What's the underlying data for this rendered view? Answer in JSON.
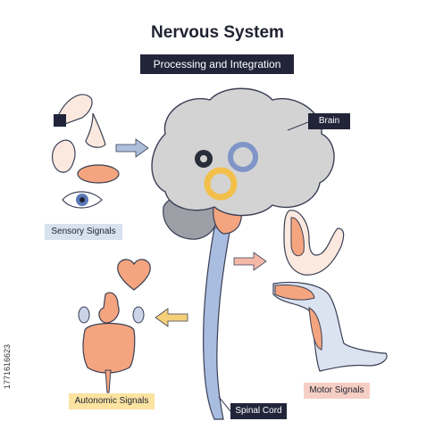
{
  "title": "Nervous System",
  "subtitle": "Processing and Integration",
  "labels": {
    "brain": "Brain",
    "sensory": "Sensory Signals",
    "autonomic": "Autonomic Signals",
    "motor": "Motor Signals",
    "spinal_cord": "Spinal Cord"
  },
  "image_id": "1771616623",
  "colors": {
    "brain": "#d3d3d3",
    "spine": "#a9bde0",
    "muscle": "#f4a57f",
    "arrow_blue": "#aebfdc",
    "arrow_pink": "#f4b8a6",
    "arrow_yellow": "#f5d07a",
    "dark": "#22253a"
  }
}
